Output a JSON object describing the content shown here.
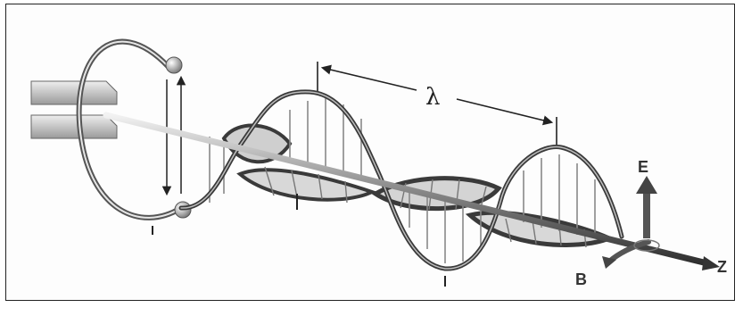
{
  "figure": {
    "wavelength_label": "λ",
    "e_field_label": "E",
    "b_field_label": "B",
    "axis_label": "Z"
  },
  "colors": {
    "background": "#fdfdfd",
    "border": "#222222",
    "wave_dark": "#3a3a3a",
    "wave_light": "#cfcfcf",
    "label": "#333333"
  }
}
